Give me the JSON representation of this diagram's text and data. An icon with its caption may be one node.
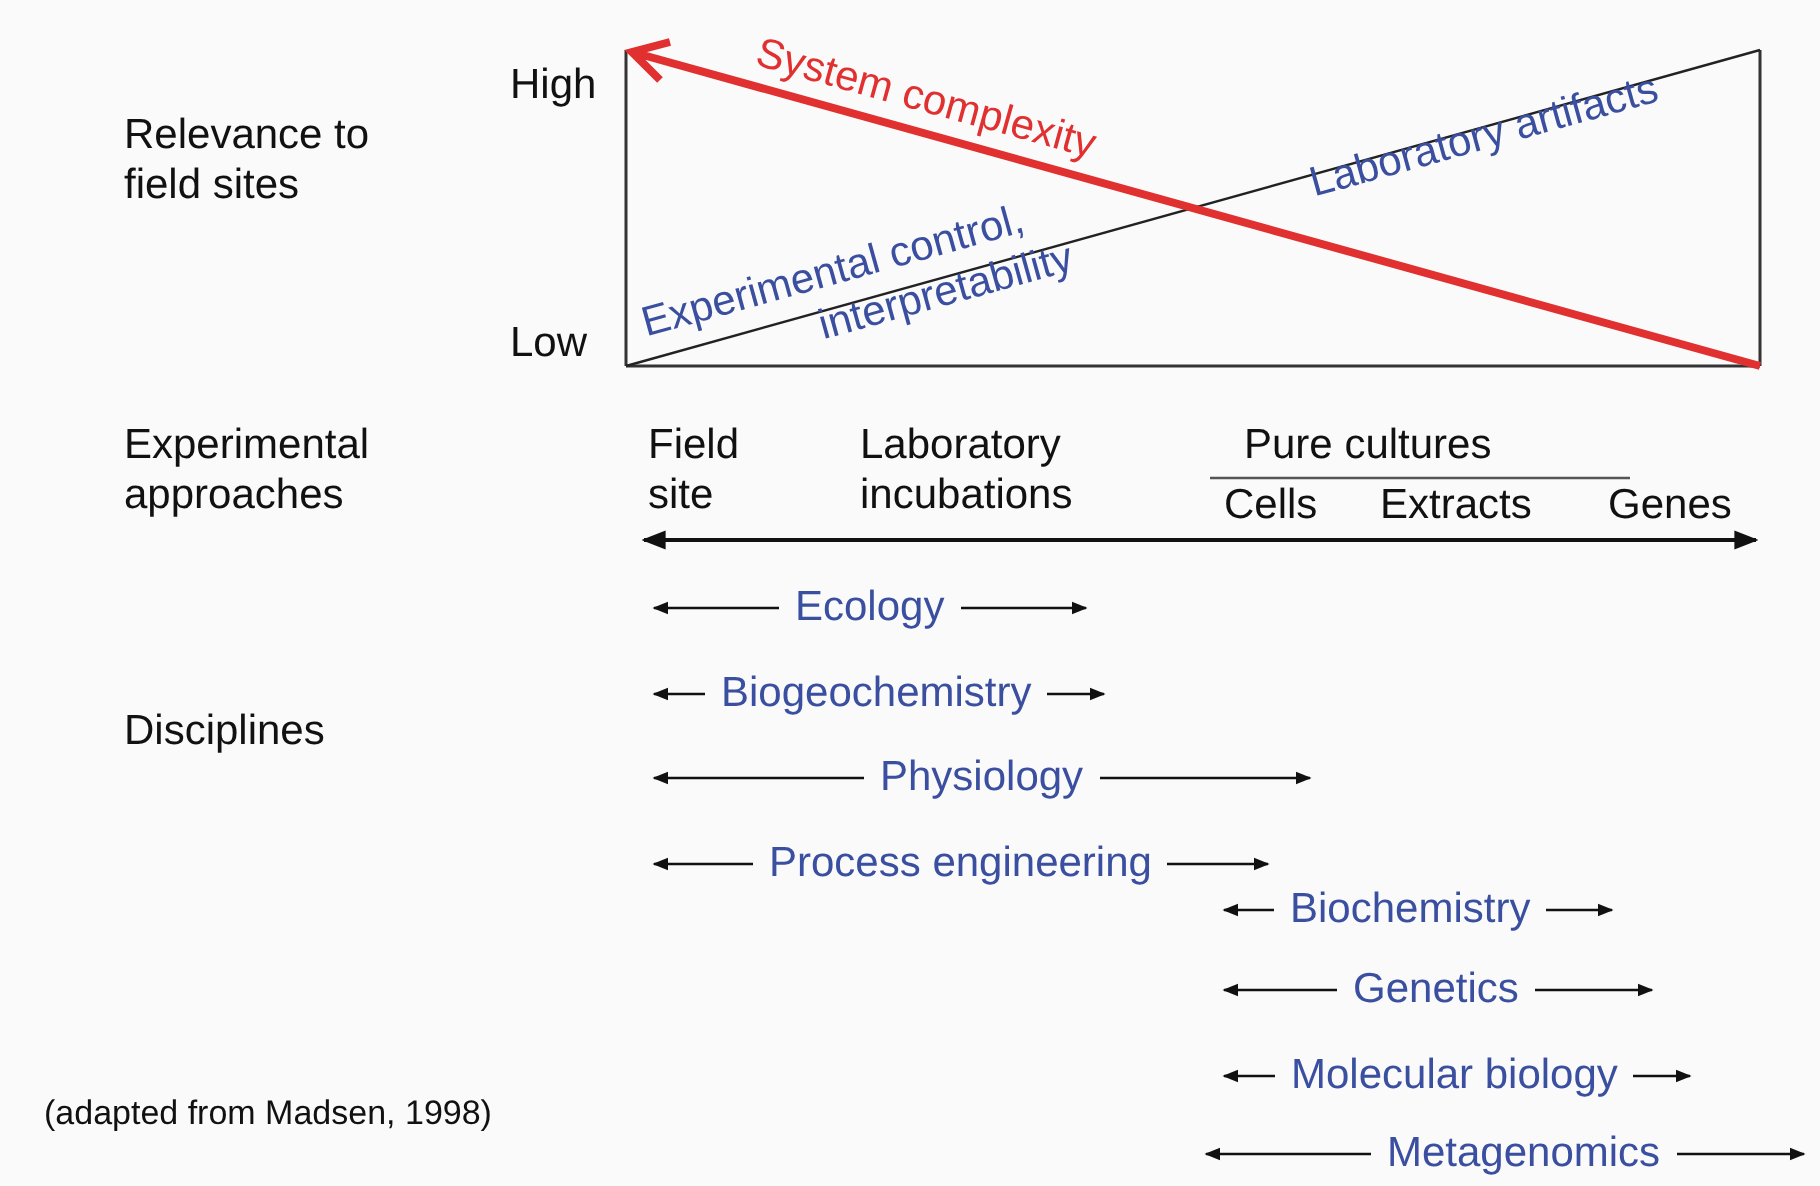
{
  "diagram": {
    "caption": "(adapted from Madsen, 1998)",
    "labels": [
      "High",
      "Relevance to field sites",
      "System complexity",
      "Laboratory artifacts",
      "Experimental control, interpretability",
      "Low",
      "Experimental approaches",
      "Field site",
      "Laboratory incubations",
      "Pure cultures",
      "Cells",
      "Extracts",
      "Genes",
      "Ecology",
      "Biogeochemistry",
      "Disciplines",
      "Physiology",
      "Process engineering",
      "Biochemistry",
      "Genetics",
      "Molecular biology",
      "Metagenomics"
    ]
  }
}
